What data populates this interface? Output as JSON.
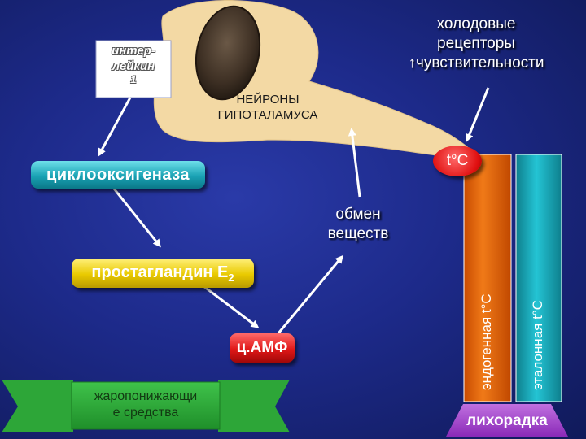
{
  "interleukin": {
    "line1": "интер-",
    "line2": "лейкин",
    "line3": "1"
  },
  "neurons": {
    "line1": "НЕЙРОНЫ",
    "line2": "ГИПОТАЛАМУСА"
  },
  "cold_receptors": {
    "line1": "холодовые",
    "line2": "рецепторы",
    "line3": "↑чувствительности"
  },
  "cyclooxygenase": "циклооксигеназа",
  "temperature": "t°C",
  "metabolism": {
    "line1": "обмен",
    "line2": "веществ"
  },
  "prostaglandin": {
    "text": "простагландин Е",
    "sub": "2"
  },
  "camp": "ц.АМФ",
  "antipyretics": {
    "line1": "жаропонижающи",
    "line2": "е средства"
  },
  "endogenous_temp": "эндогенная t°C",
  "reference_temp": "эталонная t°C",
  "fever": "лихорадка",
  "colors": {
    "neuron_body": "#f3d9a4",
    "cyclooxygenase": "#1aa2b4",
    "prostaglandin": "#e9c900",
    "camp": "#e01818",
    "endogenous_bar": "#e8650a",
    "reference_bar": "#17a7b8",
    "fever": "#8a2ab8",
    "antipyretics": "#33b033"
  }
}
